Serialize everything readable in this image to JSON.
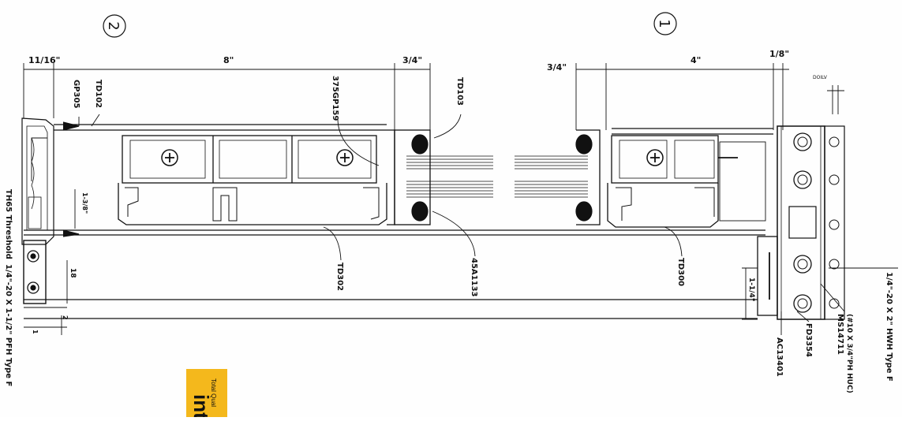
{
  "section_markers": {
    "left": "2",
    "right": "1"
  },
  "dimensions": {
    "d_11_16": "11/16\"",
    "d_8": "8\"",
    "d_3_4_left": "3/4\"",
    "d_3_4_right": "3/4\"",
    "d_4": "4\"",
    "d_1_8": "1/8\"",
    "d_1_1_4": "1-1/4\"",
    "d_small_right": "DOILV",
    "d_mid_left": "18",
    "d_vert_left": "1-3/8\"",
    "d_small_a": "2",
    "d_small_b": "1"
  },
  "part_labels": {
    "gp305": "GP305",
    "td102": "TD102",
    "td103": "TD103",
    "gp159": "375GP159",
    "td302": "TD302",
    "td300": "TD300",
    "a1133": "45A1133",
    "th65": "TH65 Threshold",
    "screw_left": "1/4\"-20 X 1-1/2\" PFH Type F",
    "ms14711": "MS14711",
    "ms14711_sub": "(#10 X 3/4\"PH HUC)",
    "fd3354": "FD3354",
    "ac13401": "AC13401",
    "screw_right": "1/4\"-20 X 2\" HWH Type F"
  },
  "logo": {
    "text": "int",
    "tagline": "Total Qual"
  },
  "colors": {
    "ink": "#111111",
    "logo_bg": "#f4b81c"
  }
}
